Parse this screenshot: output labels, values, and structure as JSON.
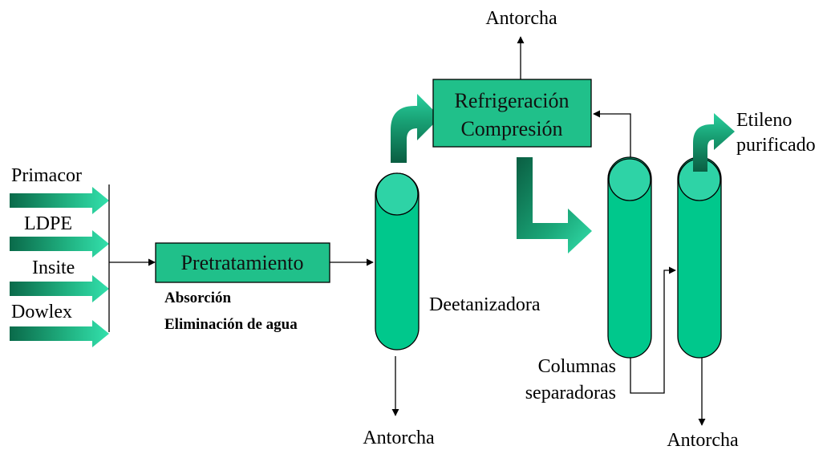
{
  "colors": {
    "vessel_fill": "#00c88c",
    "vessel_top": "#2ed3a6",
    "box_fill": "#20c08a",
    "arrow_light": "#33e0ac",
    "arrow_dark": "#0a6a4a",
    "line": "#000000"
  },
  "feeds": [
    "Primacor",
    "LDPE",
    "Insite",
    "Dowlex"
  ],
  "pretreatment": {
    "label": "Pretratamiento",
    "sub1": "Absorción",
    "sub2": "Eliminación de agua"
  },
  "refrigeration": {
    "line1": "Refrigeración",
    "line2": "Compresión"
  },
  "labels": {
    "deethanizer": "Deetanizadora",
    "columns_line1": "Columnas",
    "columns_line2": "separadoras",
    "flare_top": "Antorcha",
    "flare_deethanizer": "Antorcha",
    "flare_right": "Antorcha",
    "product_line1": "Etileno",
    "product_line2": "purificado"
  }
}
